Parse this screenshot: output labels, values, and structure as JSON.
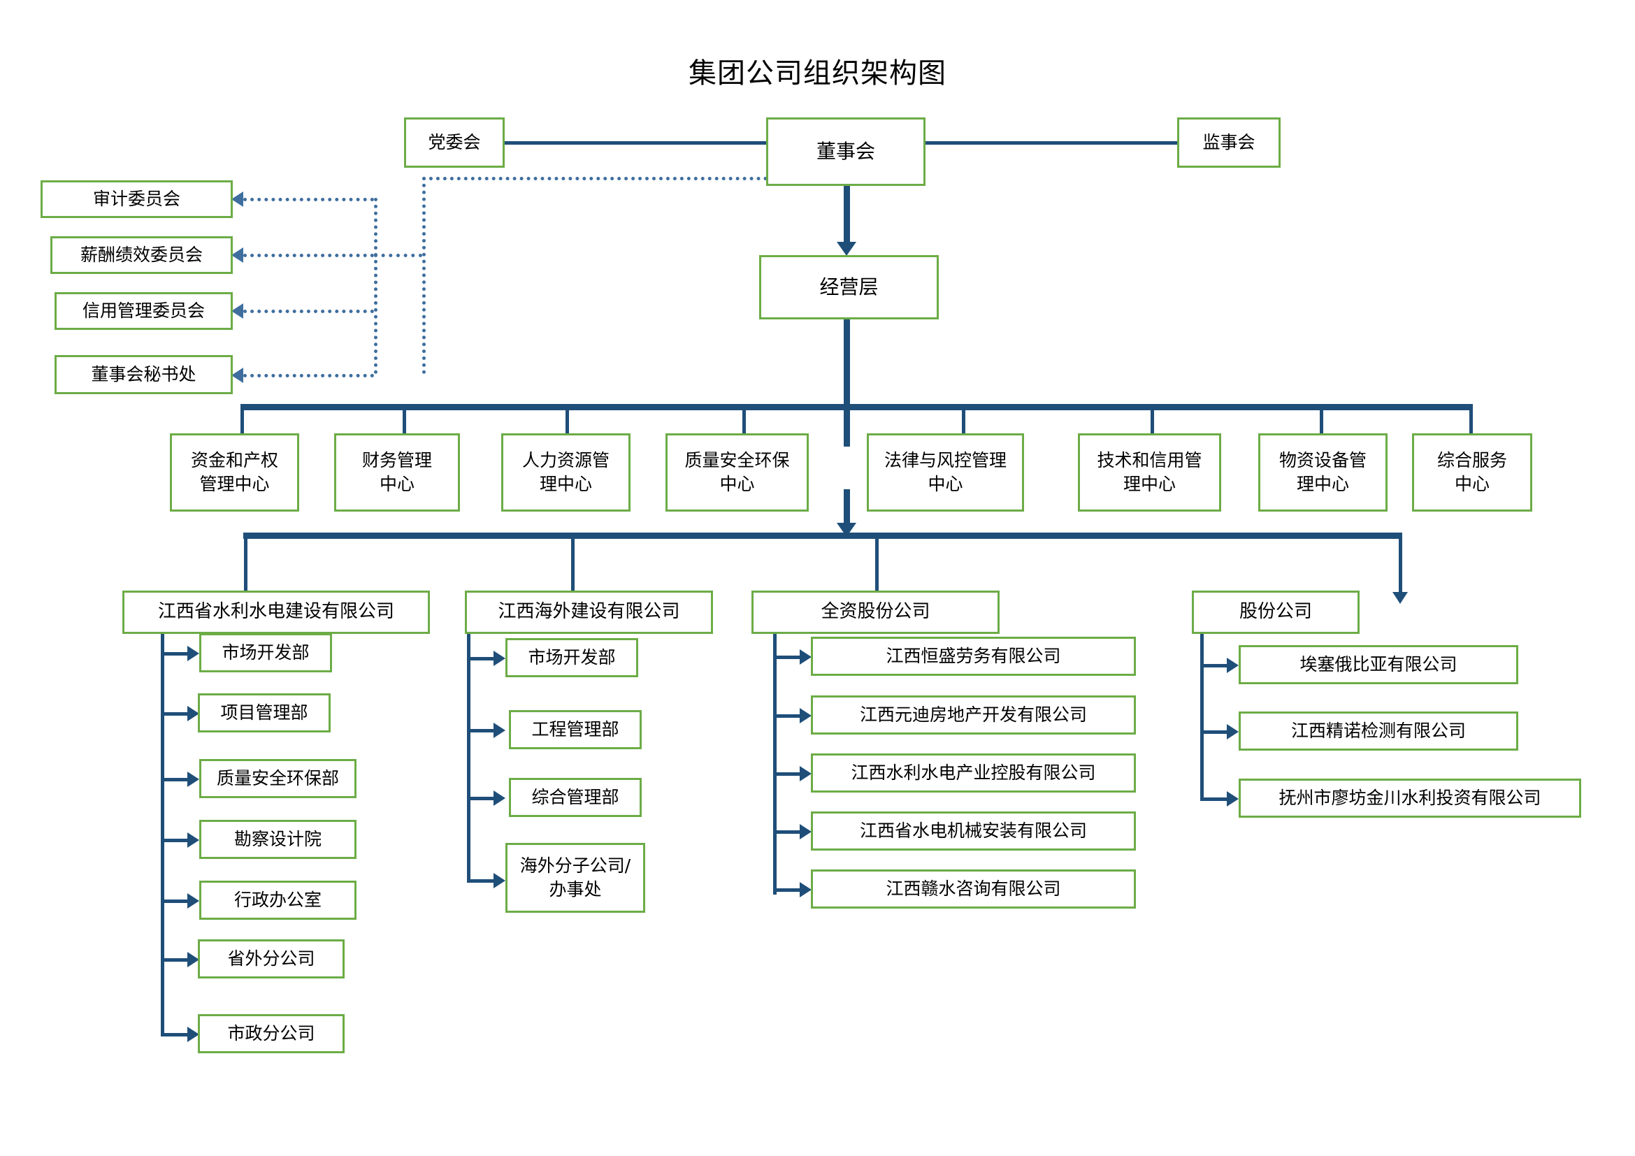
{
  "title": "集团公司组织架构图",
  "colors": {
    "box_border": "#6CAC46",
    "connector": "#1F4E79",
    "dotted_connector": "#3F6E9E",
    "background": "#FFFFFF",
    "text": "#000000"
  },
  "governance": {
    "party_committee": "党委会",
    "board_of_directors": "董事会",
    "board_of_supervisors": "监事会",
    "management_layer": "经营层"
  },
  "committees": [
    {
      "label": "审计委员会"
    },
    {
      "label": "薪酬绩效委员会"
    },
    {
      "label": "信用管理委员会"
    },
    {
      "label": "董事会秘书处"
    }
  ],
  "centers": [
    {
      "label": "资金和产权\n管理中心"
    },
    {
      "label": "财务管理\n中心"
    },
    {
      "label": "人力资源管\n理中心"
    },
    {
      "label": "质量安全环保\n中心"
    },
    {
      "label": "法律与风控管理\n中心"
    },
    {
      "label": "技术和信用管\n理中心"
    },
    {
      "label": "物资设备管\n理中心"
    },
    {
      "label": "综合服务\n中心"
    }
  ],
  "subsidiaries": [
    {
      "name": "江西省水利水电建设有限公司",
      "children": [
        {
          "label": "市场开发部"
        },
        {
          "label": "项目管理部"
        },
        {
          "label": "质量安全环保部"
        },
        {
          "label": "勘察设计院"
        },
        {
          "label": "行政办公室"
        },
        {
          "label": "省外分公司"
        },
        {
          "label": "市政分公司"
        }
      ]
    },
    {
      "name": "江西海外建设有限公司",
      "children": [
        {
          "label": "市场开发部"
        },
        {
          "label": "工程管理部"
        },
        {
          "label": "综合管理部"
        },
        {
          "label": "海外分子公司/\n办事处"
        }
      ]
    },
    {
      "name": "全资股份公司",
      "children": [
        {
          "label": "江西恒盛劳务有限公司"
        },
        {
          "label": "江西元迪房地产开发有限公司"
        },
        {
          "label": "江西水利水电产业控股有限公司"
        },
        {
          "label": "江西省水电机械安装有限公司"
        },
        {
          "label": "江西赣水咨询有限公司"
        }
      ]
    },
    {
      "name": "股份公司",
      "children": [
        {
          "label": "埃塞俄比亚有限公司"
        },
        {
          "label": "江西精诺检测有限公司"
        },
        {
          "label": "抚州市廖坊金川水利投资有限公司"
        }
      ]
    }
  ]
}
